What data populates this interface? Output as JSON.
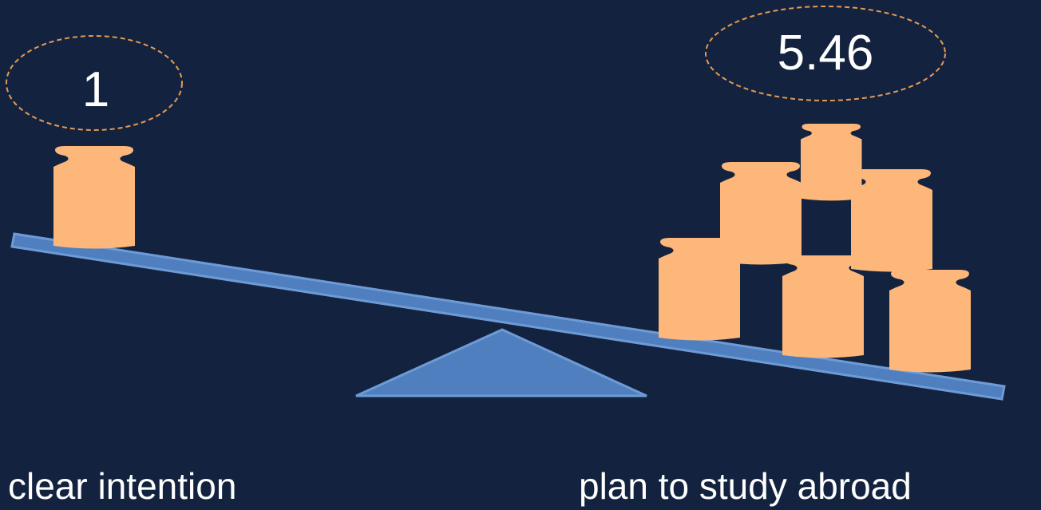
{
  "left": {
    "value": "1",
    "label": "clear intention",
    "weights": 1
  },
  "right": {
    "value": "5.46",
    "label": "plan to study abroad",
    "weights": 6
  },
  "colors": {
    "background": "#13233f",
    "beam": "#4f7fbf",
    "weight": "#fdb77a",
    "ellipse_dash": "#e59a52",
    "text": "#ffffff"
  }
}
